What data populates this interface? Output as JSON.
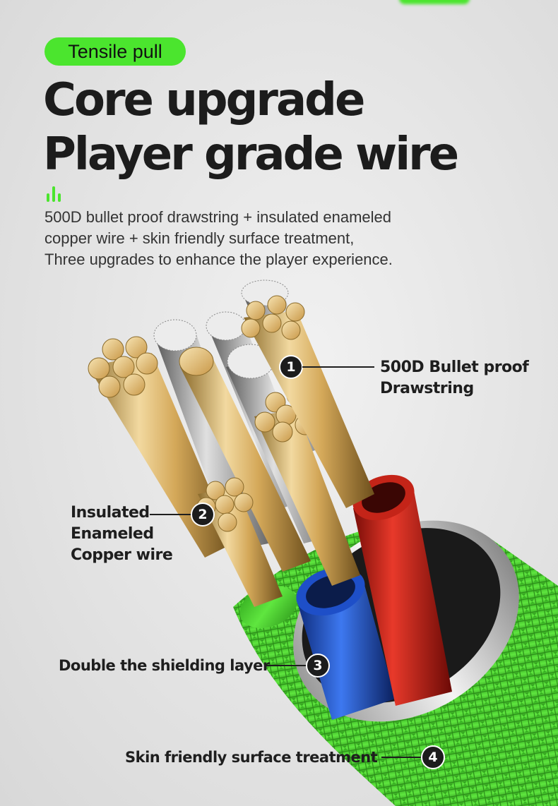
{
  "header": {
    "tag": "Tensile pull",
    "title_line1": "Core upgrade",
    "title_line2": "Player grade wire",
    "description": [
      "500D bullet proof drawstring + insulated enameled",
      "copper wire + skin friendly surface treatment,",
      "Three upgrades to enhance the player experience."
    ]
  },
  "colors": {
    "accent": "#4be52e",
    "text": "#1c1c1c"
  },
  "callouts": [
    {
      "number": "1",
      "lines": [
        "500D Bullet proof",
        "Drawstring"
      ]
    },
    {
      "number": "2",
      "lines": [
        "Insulated",
        "Enameled",
        "Copper wire"
      ]
    },
    {
      "number": "3",
      "lines": [
        "Double the shielding layer"
      ]
    },
    {
      "number": "4",
      "lines": [
        "Skin friendly surface treatment"
      ]
    }
  ],
  "icons": {
    "header_icon": "sound-bars-icon"
  }
}
